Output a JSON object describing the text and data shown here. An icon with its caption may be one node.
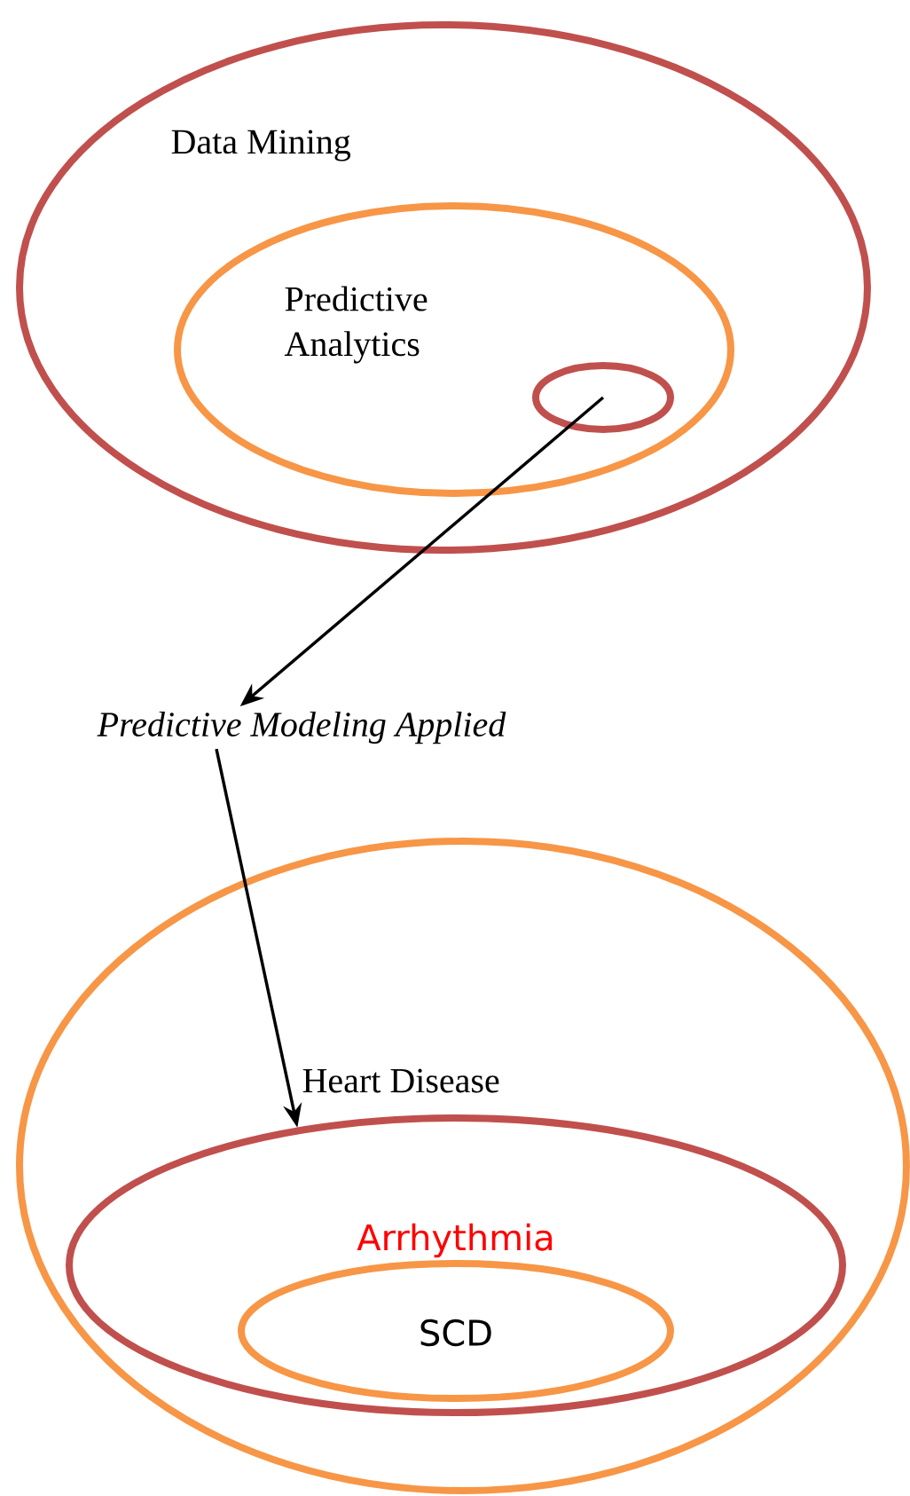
{
  "diagram": {
    "nodes": [
      {
        "text": [
          "Data Mining"
        ]
      },
      {
        "text": [
          "Predictive Analytics"
        ],
        "in": 0
      },
      {
        "text": [],
        "shape": "ellipse",
        "in": 1
      },
      {
        "text": [
          "*Predictive Modeling Applied*"
        ]
      },
      {
        "text": [
          "Heart Disease"
        ]
      },
      {
        "text": [
          "Arrhythmia"
        ],
        "in": 4
      },
      {
        "text": [
          "SCD"
        ],
        "in": 5
      }
    ],
    "edges": [
      {
        "from": 2,
        "to": 3,
        "arrow": "to"
      },
      {
        "from": 3,
        "to": 5,
        "arrow": "to"
      }
    ]
  }
}
